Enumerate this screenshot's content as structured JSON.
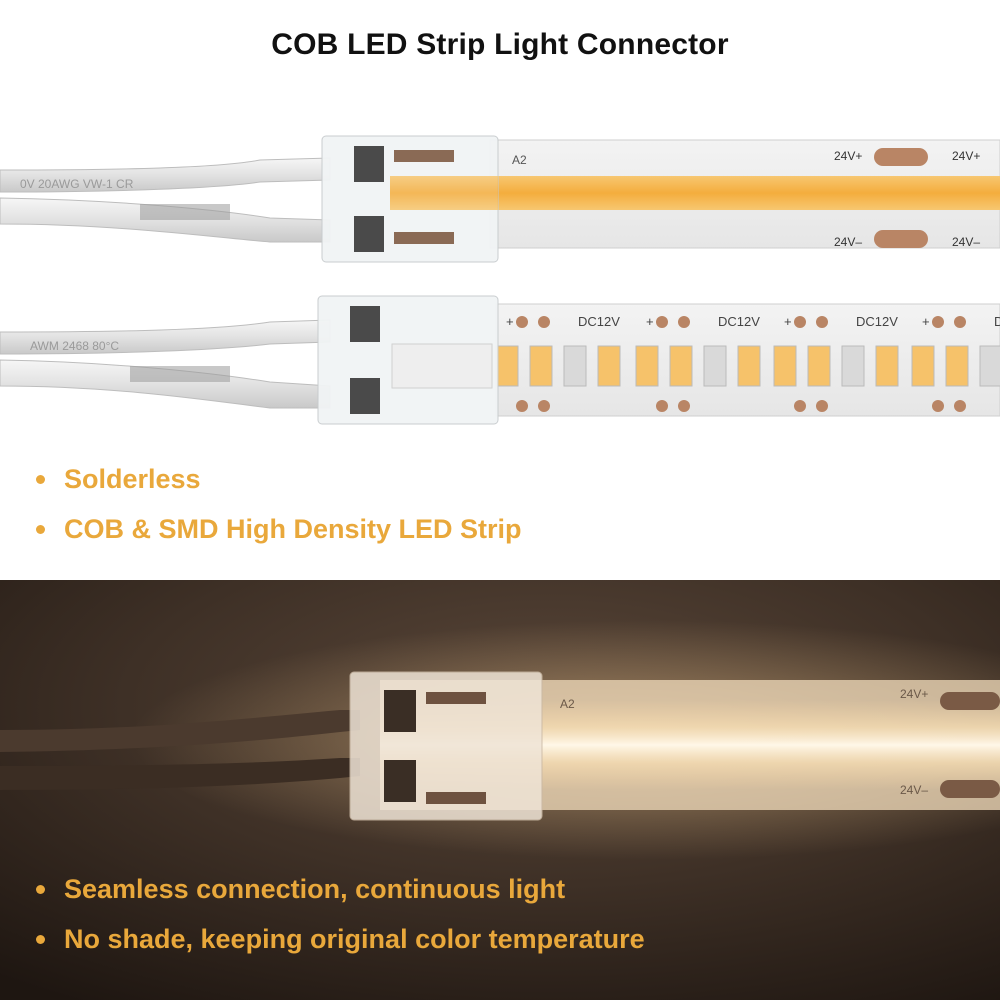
{
  "title": "COB LED Strip Light Connector",
  "features_top": [
    "Solderless",
    "COB & SMD High Density LED Strip"
  ],
  "features_bottom": [
    "Seamless connection, continuous light",
    "No shade, keeping original color temperature"
  ],
  "cob_strip": {
    "label": "A2",
    "pos_label": "24V+",
    "neg_label": "24V–",
    "wire_print": "0V 20AWG VW-1 CR"
  },
  "smd_strip": {
    "segment_label": "DC12V",
    "plus": "+",
    "wire_print": "AWM 2468 80°C"
  },
  "lit_strip": {
    "label": "A2",
    "pos_label": "24V+",
    "neg_label": "24V–"
  },
  "colors": {
    "accent": "#e9a83b",
    "cob_glow": "#f5b44a",
    "title": "#111111"
  }
}
